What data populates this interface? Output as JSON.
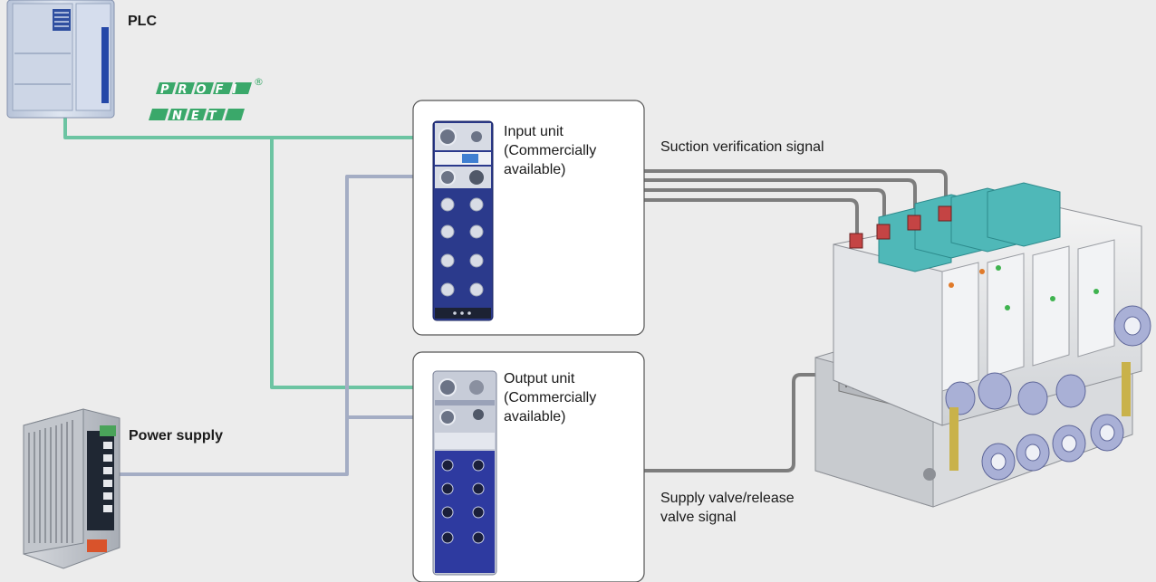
{
  "labels": {
    "plc": "PLC",
    "power_supply": "Power supply",
    "input_unit": [
      "Input unit",
      "(Commercially",
      "available)"
    ],
    "output_unit": [
      "Output unit",
      "(Commercially",
      "available)"
    ],
    "suction_signal": "Suction verification signal",
    "supply_signal": [
      "Supply valve/release",
      "valve signal"
    ],
    "profinet_top": "PROFI",
    "profinet_bottom": "NET",
    "registered_mark": "®"
  },
  "colors": {
    "background": "#ececec",
    "profinet_line": "#6cc4a2",
    "power_line": "#a4adc4",
    "signal_line": "#7d7d7d",
    "profinet_logo": "#3aa86a",
    "unit_body": "#2b3a8c",
    "valve_cover": "#4fb8b8"
  }
}
